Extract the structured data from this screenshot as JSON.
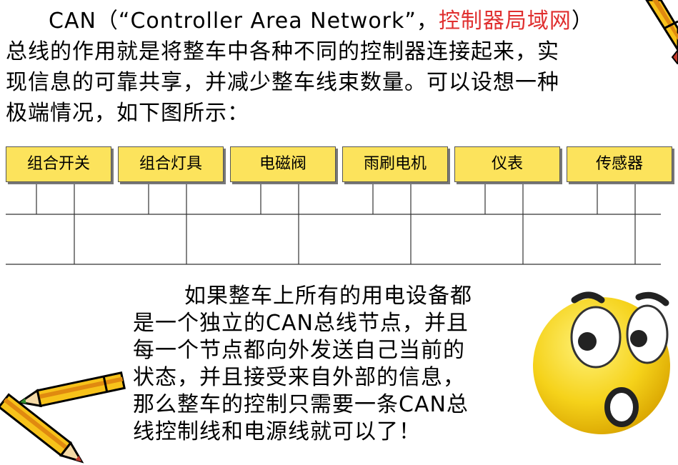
{
  "intro": {
    "can": "CAN（“Controller Area Network”，",
    "cn_name": "控制器局域网",
    "paren": "）",
    "line2": "总线的作用就是将整车中各种不同的控制器连接起来，实",
    "line3": "现信息的可靠共享，并减少整车线束数量。可以设想一种",
    "line4": "极端情况，如下图所示："
  },
  "boxes": [
    "组合开关",
    "组合灯具",
    "电磁阀",
    "雨刷电机",
    "仪表",
    "传感器"
  ],
  "paragraph": [
    "如果整车上所有的用电设备都",
    "是一个独立的CAN总线节点，并且",
    "每一个节点都向外发送自己当前的",
    "状态，并且接受来自外部的信息，",
    "那么整车的控制只需要一条CAN总",
    "线控制线和电源线就可以了！"
  ],
  "colors": {
    "box_fill": "#fce35c",
    "highlight": "#e03030",
    "face": "#f5d21a"
  },
  "icons": [
    "pencil-icon",
    "surprised-emoji-icon"
  ]
}
